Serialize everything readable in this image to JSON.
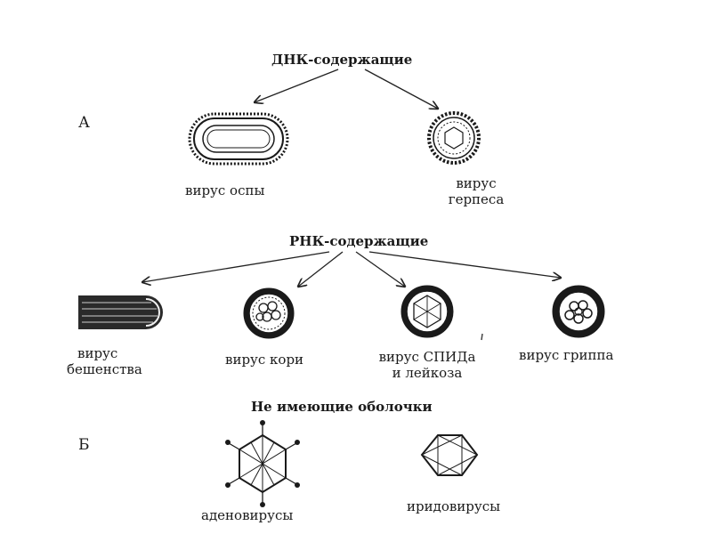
{
  "sections": {
    "a": "А",
    "b": "Б"
  },
  "headers": {
    "dna": "ДНК-содержащие",
    "rna": "РНК-содержащие",
    "non_enveloped": "Не имеющие оболочки"
  },
  "viruses": {
    "pox": "вирус оспы",
    "herpes_1": "вирус",
    "herpes_2": "герпеса",
    "rabies_1": "вирус",
    "rabies_2": "бешенства",
    "measles": "вирус кори",
    "hiv_1": "вирус СПИДа",
    "hiv_2": "и лейкоза",
    "flu": "вирус гриппа",
    "adeno": "аденовирусы",
    "irido": "иридовирусы"
  }
}
